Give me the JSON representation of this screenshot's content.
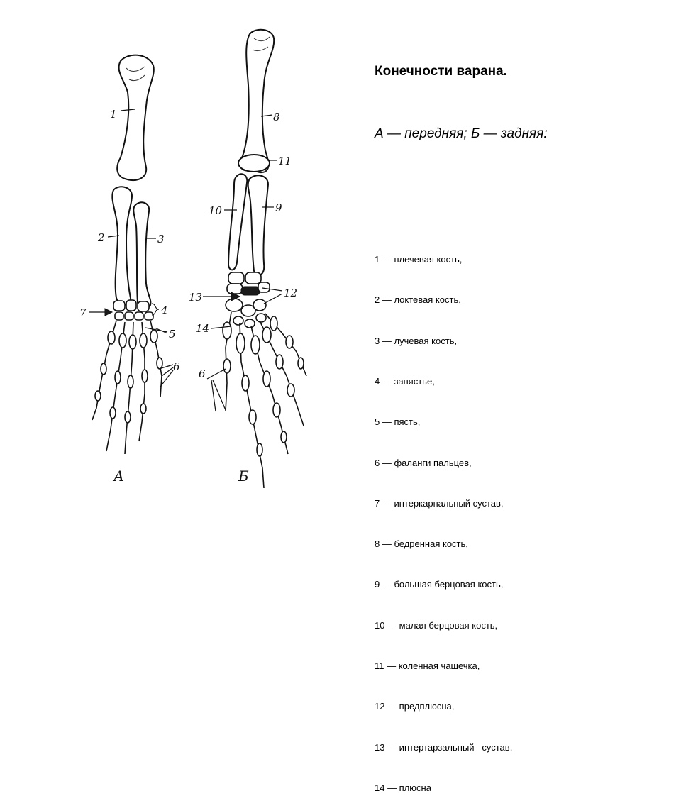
{
  "text_panel": {
    "title": "Конечности варана.",
    "subtitle": "А — передняя; Б — задняя:",
    "legend": [
      "1 — плечевая кость,",
      "2 — локтевая кость,",
      "3 — лучевая кость,",
      "4 — запястье,",
      "5 — пясть,",
      "6 — фаланги пальцев,",
      "7 — интеркарпальный сустав,",
      "8 — бедренная кость,",
      "9 — большая берцовая кость,",
      "10 — малая берцовая кость,",
      "11 — коленная чашечка,",
      "12 — предплюсна,",
      "13 — интертарзальный   сустав,",
      "14 — плюсна"
    ]
  },
  "figure": {
    "panel_labels": {
      "forelimb": "А",
      "hindlimb": "Б"
    },
    "forelimb_numbers": {
      "n1": "1",
      "n2": "2",
      "n3": "3",
      "n4": "4",
      "n5": "5",
      "n6": "6",
      "n7": "7"
    },
    "hindlimb_numbers": {
      "n8": "8",
      "n9": "9",
      "n10": "10",
      "n11": "11",
      "n12": "12",
      "n13": "13",
      "n14": "14",
      "n6": "6"
    }
  }
}
